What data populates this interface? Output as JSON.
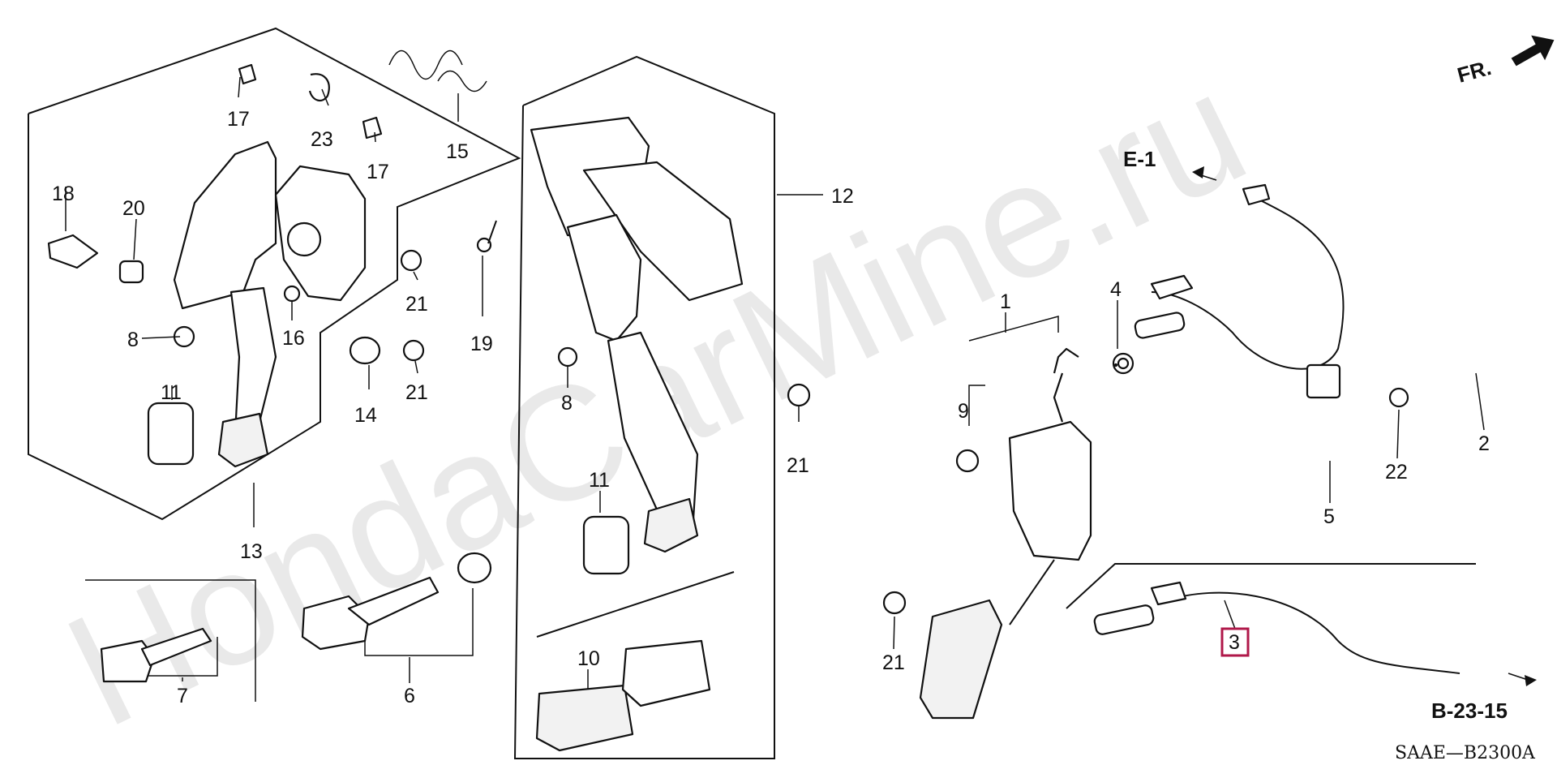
{
  "watermark": "HondaCarMine.ru",
  "direction": {
    "label": "FR."
  },
  "refs": {
    "e1": "E-1",
    "b2315": "B-23-15"
  },
  "diagram_code": "SAAE—B2300A",
  "highlight": {
    "part": "3",
    "color": "#b0184a"
  },
  "callouts": {
    "c1": "1",
    "c2": "2",
    "c3": "3",
    "c4": "4",
    "c5": "5",
    "c6": "6",
    "c7": "7",
    "c8a": "8",
    "c8b": "8",
    "c9": "9",
    "c10": "10",
    "c11a": "11",
    "c11b": "11",
    "c12": "12",
    "c13": "13",
    "c14": "14",
    "c15": "15",
    "c16": "16",
    "c17a": "17",
    "c17b": "17",
    "c18": "18",
    "c19": "19",
    "c20": "20",
    "c21a": "21",
    "c21b": "21",
    "c21c": "21",
    "c21d": "21",
    "c22": "22",
    "c23": "23"
  }
}
